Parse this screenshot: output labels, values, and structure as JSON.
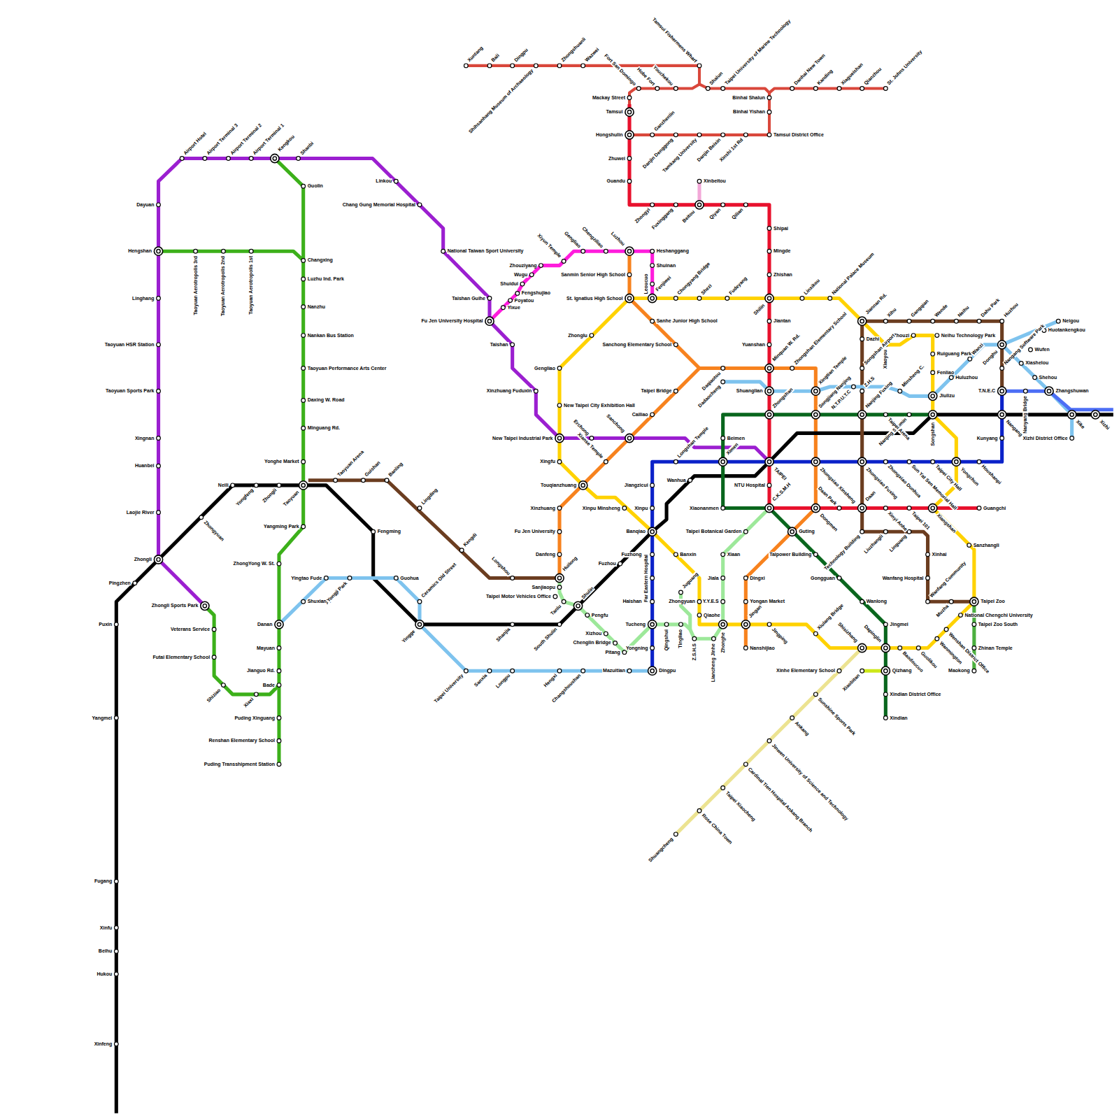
{
  "diagram": {
    "labels": [
      "Xuntang",
      "Bali",
      "Dingpu",
      "Shihsanhang Museum of Archaeology",
      "Zhongshuanli",
      "Wazwei",
      "Fort San Domingo",
      "Hobe Fort",
      "Youchekou",
      "Tamsui Fishermens Wharf",
      "Shalun",
      "Taipei University of Marine Technology",
      "Danhai New Town",
      "Kanding",
      "Xiagueishan",
      "Qianzhou",
      "St. Johns University",
      "Mackay Street",
      "Tamsui",
      "Binhai Shalun",
      "Binhai Yishan",
      "Hongshulin",
      "Ganzhenlin",
      "Danjin Denggong",
      "Tamkang University",
      "Danjin Beixin",
      "Xinshi 1st Rd",
      "Tamsui District Office",
      "Zhuwei",
      "Guandu",
      "Xinbeitou",
      "Zhongyi",
      "Fuxinggang",
      "Beitou",
      "Qiyan",
      "Qilian",
      "Shipai",
      "Mingde",
      "Zhishan",
      "Shilin",
      "Jiantan",
      "Yuanshan",
      "Minquan W. Rd.",
      "Shuanglian",
      "Zhongshan",
      "TAIPEI",
      "NTU Hospital",
      "C.K.S.M.H",
      "Dongmen",
      "Daan Park",
      "Daan",
      "Xinyi Anhe",
      "Taipei 101",
      "Xiangshan",
      "Guangchi",
      "Zhouziyang",
      "Wugu",
      "Shuidui",
      "Fengshujiao",
      "Poyatou",
      "Yixue",
      "Xiyun Temple",
      "Gengliao",
      "Chengziliao",
      "Luzhou",
      "Heshanggang",
      "Shuinan",
      "Leoucuo",
      "Fenjiwei",
      "Sanmin Senior High School",
      "St. Ignatius High School",
      "Sanhe Junior High School",
      "Sanchong Elementary School",
      "Daqiaotou",
      "Zhongshan Elementary School",
      "Xingtian Temple",
      "Songjiang Nanjing",
      "Zhongxiao Xinsheng",
      "Taipei Bridge",
      "Cailiao",
      "Sanchong",
      "Xianse Temple",
      "Touqianzhuang",
      "Xinzhuang",
      "Fu Jen University",
      "Danfeng",
      "Huilong",
      "Sanjiaopu",
      "Taipei Motor Vehicles Office",
      "Tanlu",
      "Zhonglu",
      "Gengliao",
      "New Taipei City Exhibition Hall",
      "New Taipei Industrial Park",
      "Xingfu",
      "Xinpu Minsheng",
      "Banqiao",
      "Banxin",
      "Zhongyuan",
      "Qiaohe",
      "Zhonghe",
      "Jingan",
      "Jingping",
      "Xiulang Bridge",
      "Shisizhang",
      "Dapinglin",
      "Baodoucuo",
      "Guolikou",
      "Wanmington",
      "Wenshan District Office",
      "National Chengchi University",
      "Sanzhangli",
      "Yongchun",
      "Songshan",
      "Jiulizu",
      "Fenliao",
      "Ruiguang Park",
      "Neihu Technology Park",
      "Zhouzi",
      "Xiaoyou",
      "National Palace Museum",
      "Linxikou",
      "Fudeyang",
      "Shezi",
      "Chongyang Bridge",
      "Jiannan Rd.",
      "Dazhi",
      "Songshan Airport",
      "Z.H.S",
      "Nanjing Fuxing",
      "Zhongxiao Fuxing",
      "Technology Building",
      "Liuzhangli",
      "Linguang",
      "Xinhai",
      "Wanfang Hospital",
      "Wanfang Community",
      "Muzha",
      "Taipei Zoo",
      "Taipei Zoo South",
      "Zhinan Temple",
      "Maokong",
      "Xihu",
      "Gangqian",
      "Wende",
      "Neihu",
      "Dahu Park",
      "Huzhou",
      "Donghu",
      "Nangang Software Park",
      "T.N.E.C",
      "Kunyang",
      "Nangang",
      "Nanyang Bridge",
      "Zhangshuwan",
      "Xike",
      "Xizhi",
      "Xizhi District Office",
      "Shehou",
      "Xiashelou",
      "Wufen",
      "Huotankengkou",
      "Neigou",
      "Dadaocheng",
      "N.T.P.U.T.C",
      "Minsheng C.",
      "Huluzhou",
      "Wanzi",
      "Nanjing Sanmin",
      "Taipei Arena",
      "Houshanpi",
      "Taipei City Hall",
      "Sun Yat Sen Memorial Hall",
      "Zhongxiao Dunhua",
      "Ximen",
      "Longshan Temple",
      "Jiangzicui",
      "Xinpu",
      "Fuzhong",
      "Far Eastern Hospital",
      "Haishan",
      "Tucheng",
      "Yongning",
      "Dingpu",
      "Qingshui",
      "Tingliao",
      "Juguang",
      "Z.S.H.S",
      "Liancheng Jinhe",
      "Y.Y.E.S",
      "Jiala",
      "Xiaan",
      "Taipei Botanical Garden",
      "Xiaonanmen",
      "Beimen",
      "Guting",
      "Taipower Building",
      "Gongguan",
      "Wanlong",
      "Jingmei",
      "Qizhang",
      "Xiaobitan",
      "Xindian District Office",
      "Xindian",
      "Xinhe Elementary School",
      "Sunshine Sports Park",
      "Ankang",
      "Jinwen University of Science and Technology",
      "Cardinal Tien Hospital Ankang Branch",
      "Taipei Xiaocheng",
      "Rose China Town",
      "Shuangcheng",
      "Dingxi",
      "Yongan Market",
      "Nanshijiao",
      "Shuxianpi",
      "Yingtao Fude",
      "Yongji Park",
      "Guohua",
      "Ceramics Old Street",
      "Yingge",
      "Taipei University",
      "Sanxia",
      "Longpu",
      "Hengxi",
      "Changshoushan",
      "Mazuitian",
      "Shanjia",
      "South Shulin",
      "Shulin",
      "Fuzhou",
      "Wanhua",
      "Fengming",
      "Taoyuan",
      "Zhongli",
      "Yongfeng",
      "Neili",
      "Zhongyuan",
      "Zhongli",
      "Pingzhen",
      "Puxin",
      "Yangmei",
      "Fugang",
      "Xinfu",
      "Beihu",
      "Hukou",
      "Xinfeng",
      "Dayuan",
      "Hengshan",
      "Linghang",
      "Taoyuan HSR Station",
      "Taoyuan Sports Park",
      "Xingnan",
      "Huanbei",
      "Laojie River",
      "Airport Hotel",
      "Airport Terminal 3",
      "Airport Terminal 2",
      "Airport Terminal 1",
      "Kengkou",
      "Shanbi",
      "Linkou",
      "Chang Gung Memorial Hospital",
      "National Taiwan Sport University",
      "Taishan Guihe",
      "Fu Jen University Hospital",
      "Taishan",
      "Xinzhuang Fuduxin",
      "Erchong",
      "Zhongli Sports Park",
      "Guolin",
      "Changxing",
      "Luzhu Ind. Park",
      "Nanzhu",
      "Nankan Bus Station",
      "Taoyuan Performance Arts Center",
      "Daxing W. Road",
      "Minguang Rd.",
      "Yonghe Market",
      "Yangming Park",
      "ZhongYong W. St.",
      "Danan",
      "Mayuan",
      "Jianguo Rd.",
      "Bade",
      "Puding Xinguang",
      "Renshan Elementary School",
      "Puding Transshipment Station",
      "Taoyuan Aerotropolis 3rd",
      "Taoyuan Aerotropolis 2nd",
      "Taoyuan Aerotropolis 1st",
      "Veterans Service",
      "Futai Elementary School",
      "Shiziao",
      "Xiaxi",
      "Taoyuan Arena",
      "Guishan",
      "Banling",
      "Lingding",
      "Kengdi",
      "Longshou",
      "Pengfu",
      "Xizhou",
      "Chenglin Bridge",
      "Pitang"
    ]
  }
}
